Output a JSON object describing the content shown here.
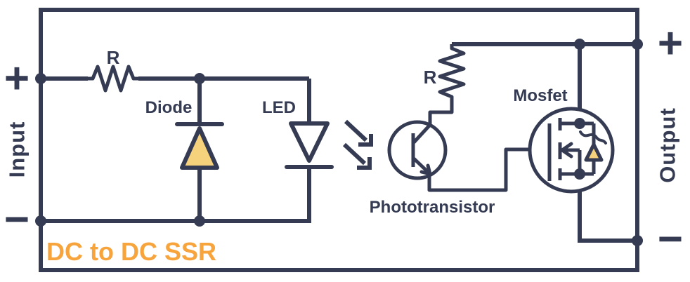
{
  "diagram": {
    "title": "DC to DC SSR",
    "input": {
      "label": "Input",
      "plus": "+",
      "minus": "−"
    },
    "output": {
      "label": "Output",
      "plus": "+",
      "minus": "−"
    },
    "components": {
      "input_resistor_label": "R",
      "diode_label": "Diode",
      "led_label": "LED",
      "photo_resistor_label": "R",
      "phototransistor_label": "Phototransistor",
      "mosfet_label": "Mosfet"
    },
    "colors": {
      "line": "#343B52",
      "component_fill": "#F7D27C",
      "title_accent": "#F7A43C",
      "background": "#FFFFFF"
    }
  }
}
